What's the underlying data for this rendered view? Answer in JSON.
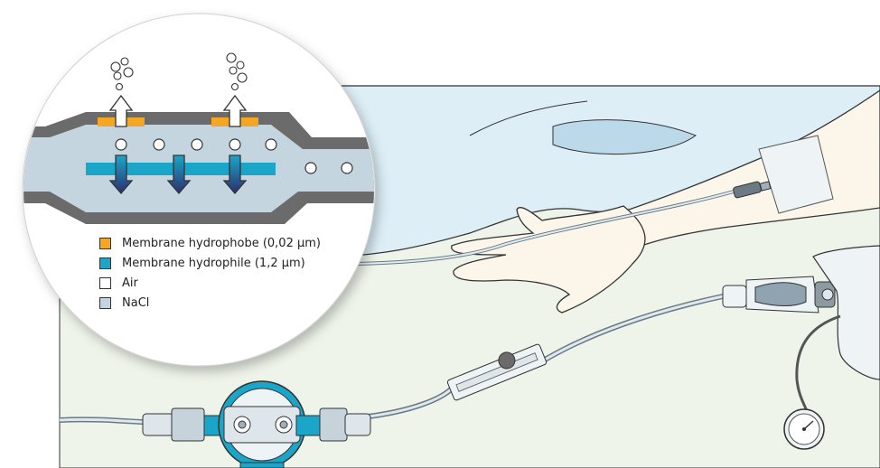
{
  "legend": {
    "items": [
      {
        "label": "Membrane hydrophobe (0,02 μm)",
        "color": "#f5a623"
      },
      {
        "label": "Membrane hydrophile (1,2 μm)",
        "color": "#1ba6c9"
      },
      {
        "label": "Air",
        "color": "#ffffff"
      },
      {
        "label": "NaCl",
        "color": "#c5d5df"
      }
    ]
  },
  "colors": {
    "background_panel": "#eef4ea",
    "sheet": "#ddeef7",
    "skin": "#fcf5ea",
    "filter_housing": "#1ba6c9",
    "tube": "#d8e4ec",
    "outline": "#333333"
  }
}
